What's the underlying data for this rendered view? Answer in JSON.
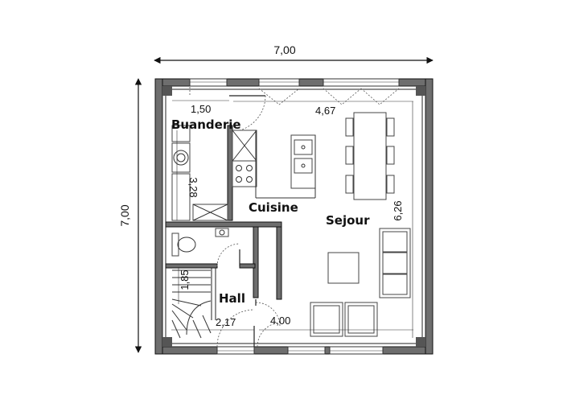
{
  "plan": {
    "overall_width": "7,00",
    "overall_depth": "7,00",
    "rooms": {
      "buanderie": {
        "name": "Buanderie",
        "width": "1,50",
        "depth": "3,28"
      },
      "cuisine": {
        "name": "Cuisine"
      },
      "sejour": {
        "name": "Sejour",
        "width": "4,67",
        "depth": "6,26"
      },
      "hall": {
        "name": "Hall",
        "width": "2,17",
        "depth": "1,85"
      },
      "south_dim": "4,00"
    }
  }
}
